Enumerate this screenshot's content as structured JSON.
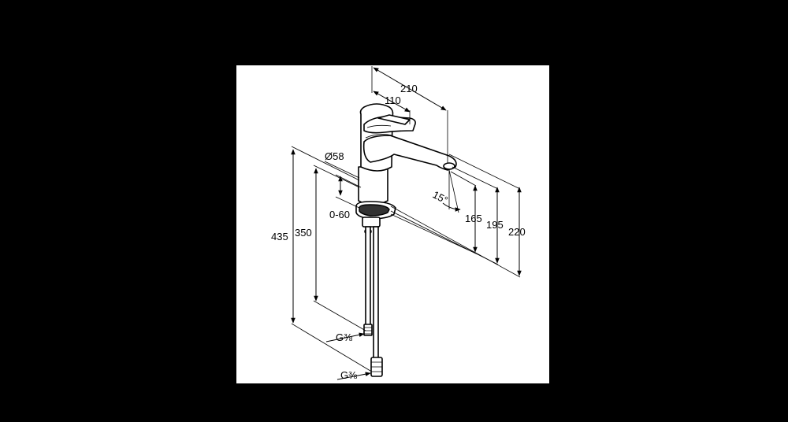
{
  "drawing": {
    "background_color": "#000000",
    "sheet_color": "#ffffff",
    "line_color": "#000000",
    "dimensions": {
      "spout_reach": "210",
      "lever_offset": "110",
      "base_diameter": "Ø58",
      "deck_thickness": "0-60",
      "total_height": "435",
      "hose_height": "350",
      "spout_angle": "15°",
      "outlet_height": "165",
      "body_height_195": "195",
      "body_height_220": "220",
      "connection_top": "G⅜",
      "connection_bottom": "G⅜"
    }
  }
}
